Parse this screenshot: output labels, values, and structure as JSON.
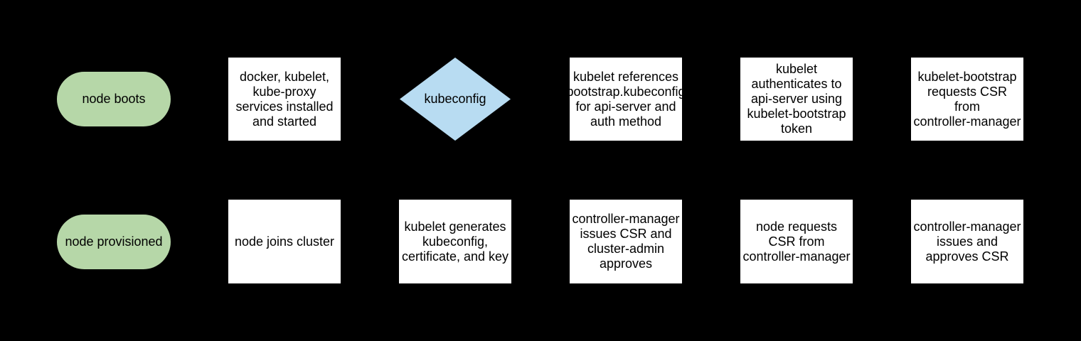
{
  "colors": {
    "background": "#000000",
    "terminal_fill": "#b6d7a8",
    "process_fill": "#ffffff",
    "decision_fill": "#b8dcf2",
    "text": "#000000"
  },
  "flowchart": {
    "top_row": {
      "start": {
        "label": "node boots",
        "shape": "terminal"
      },
      "services_installed": {
        "label": "docker, kubelet,\nkube-proxy\nservices installed\nand started",
        "shape": "process"
      },
      "kubeconfig_decision": {
        "label": "kubeconfig",
        "shape": "decision"
      },
      "kubelet_references": {
        "label": "kubelet references\nbootstrap.kubeconfig\nfor api-server and\nauth method",
        "shape": "process"
      },
      "kubelet_authenticates": {
        "label": "kubelet\nauthenticates to\napi-server using\nkubelet-bootstrap\ntoken",
        "shape": "process"
      },
      "kubelet_bootstrap_requests_csr": {
        "label": "kubelet-bootstrap\nrequests CSR\nfrom\ncontroller-manager",
        "shape": "process"
      }
    },
    "bottom_row": {
      "end": {
        "label": "node provisioned",
        "shape": "terminal"
      },
      "node_joins_cluster": {
        "label": "node joins cluster",
        "shape": "process"
      },
      "kubelet_generates": {
        "label": "kubelet generates\nkubeconfig,\ncertificate, and key",
        "shape": "process"
      },
      "cm_issues_admin_approves": {
        "label": "controller-manager\nissues CSR and\ncluster-admin\napproves",
        "shape": "process"
      },
      "node_requests_csr": {
        "label": "node requests\nCSR from\ncontroller-manager",
        "shape": "process"
      },
      "cm_issues_and_approves": {
        "label": "controller-manager\nissues and\napproves CSR",
        "shape": "process"
      }
    }
  }
}
